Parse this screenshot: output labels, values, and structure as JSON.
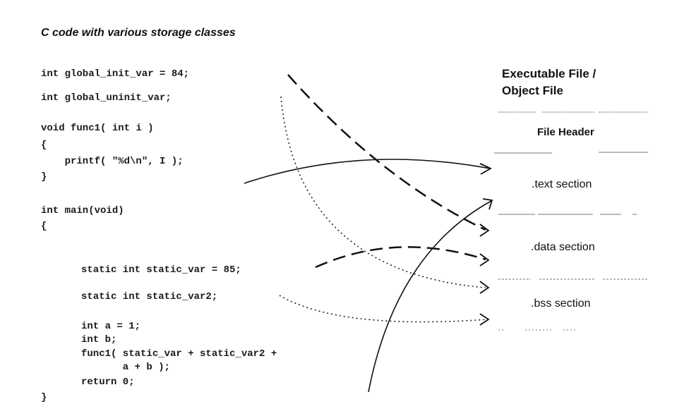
{
  "title": "C code with various storage classes",
  "code": {
    "l1": "int global_init_var = 84;",
    "l2": "int global_uninit_var;",
    "l3": "void func1( int i )",
    "l4": "{",
    "l5": "    printf( \"%d\\n\", I );",
    "l6": "}",
    "l7": "int main(void)",
    "l8": "{",
    "l9": "static int static_var = 85;",
    "l10": "static int static_var2;",
    "l11": "int a = 1;",
    "l12": "int b;",
    "l13": "func1( static_var + static_var2 +",
    "l14": "       a + b );",
    "l15": "return 0;",
    "l16": "}"
  },
  "file": {
    "heading_line1": "Executable File /",
    "heading_line2": "Object File",
    "header": "File Header",
    "text": ".text section",
    "data": ".data section",
    "bss": ".bss section"
  }
}
